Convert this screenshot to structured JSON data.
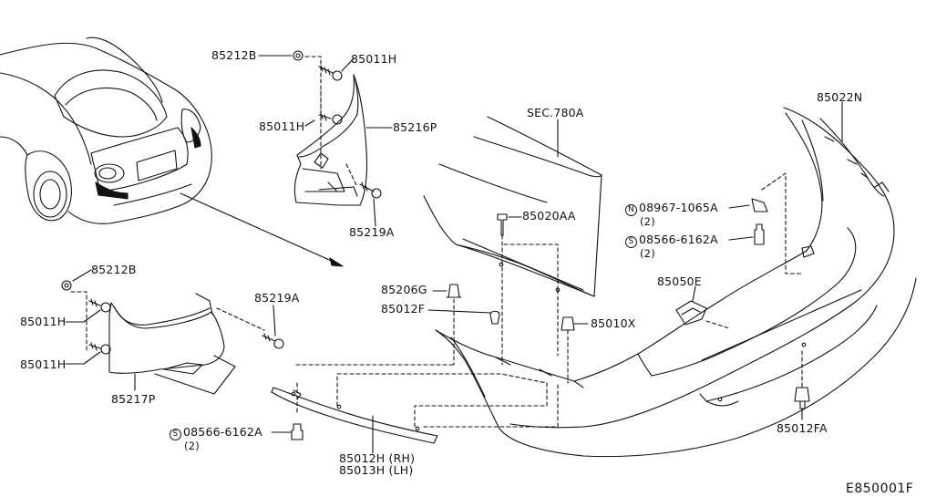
{
  "diagram_code": "E850001F",
  "parts": {
    "p85212B_top": "85212B",
    "p85011H_top": "85011H",
    "p85011H_mid": "85011H",
    "p85216P": "85216P",
    "p85219A_top": "85219A",
    "sec780A": "SEC.780A",
    "p85022N": "85022N",
    "p85020AA": "85020AA",
    "nut08967": {
      "symbol": "N",
      "number": "08967-1065A",
      "qty": "(2)"
    },
    "screw08566_right": {
      "symbol": "S",
      "number": "08566-6162A",
      "qty": "(2)"
    },
    "p85212B_left": "85212B",
    "p85011H_left1": "85011H",
    "p85011H_left2": "85011H",
    "p85217P": "85217P",
    "p85219A_left": "85219A",
    "p85206G": "85206G",
    "p85012F": "85012F",
    "p85010X": "85010X",
    "p85050E": "85050E",
    "screw08566_bottom": {
      "symbol": "S",
      "number": "08566-6162A",
      "qty": "(2)"
    },
    "p85012H": "85012H (RH)",
    "p85013H": "85013H (LH)",
    "p85012FA": "85012FA"
  }
}
